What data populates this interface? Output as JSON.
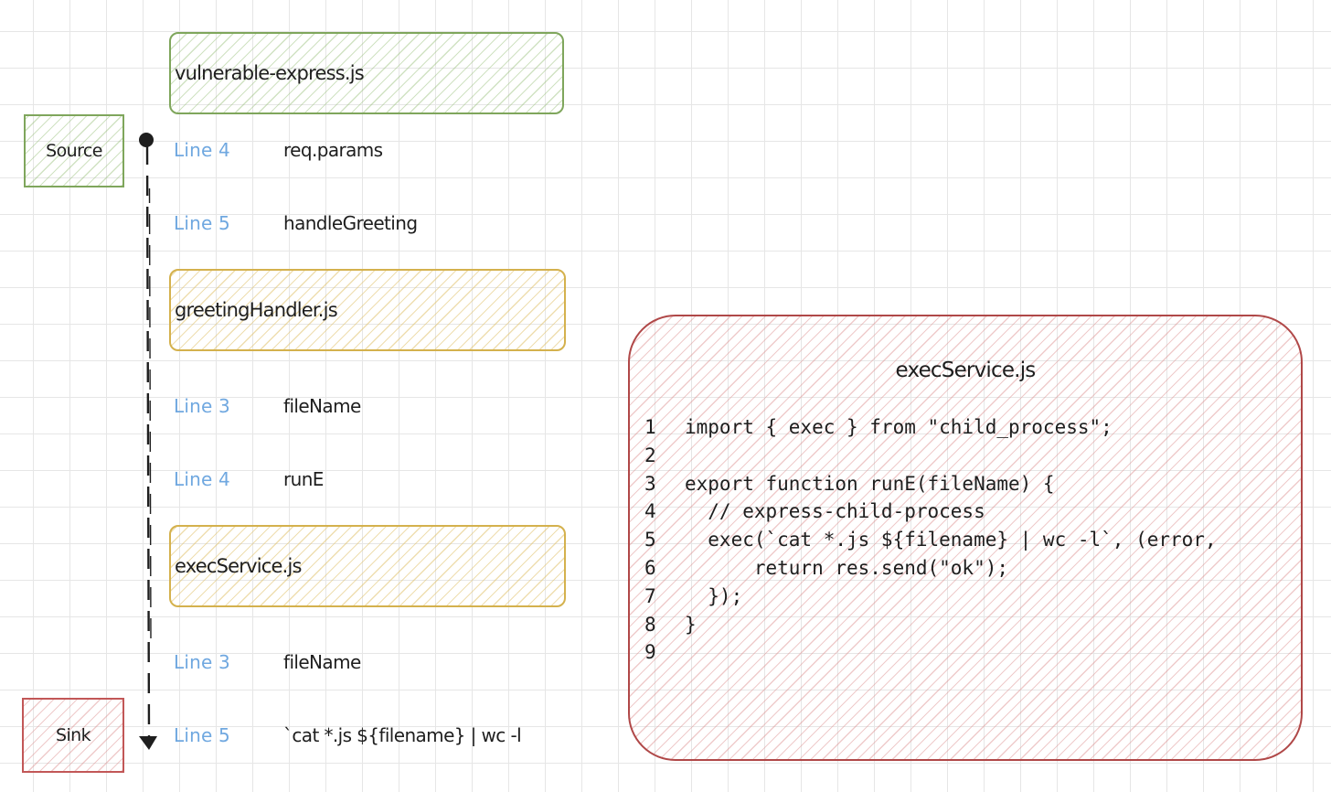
{
  "files": {
    "vulnerable_express": "vulnerable-express.js",
    "greeting_handler": "greetingHandler.js",
    "exec_service": "execService.js"
  },
  "tags": {
    "source": "Source",
    "sink": "Sink"
  },
  "steps": [
    {
      "line": "Line 4",
      "label": "req.params"
    },
    {
      "line": "Line 5",
      "label": "handleGreeting"
    },
    {
      "line": "Line 3",
      "label": "fileName"
    },
    {
      "line": "Line 4",
      "label": "runE"
    },
    {
      "line": "Line 3",
      "label": "fileName"
    },
    {
      "line": "Line 5",
      "label": "`cat *.js ${filename} | wc -l"
    }
  ],
  "code_panel": {
    "title": "execService.js",
    "lines": [
      {
        "num": "1",
        "text": "import { exec } from \"child_process\";"
      },
      {
        "num": "2",
        "text": ""
      },
      {
        "num": "3",
        "text": "export function runE(fileName) {"
      },
      {
        "num": "4",
        "text": "  // express-child-process"
      },
      {
        "num": "5",
        "text": "  exec(`cat *.js ${filename} | wc -l`, (error,"
      },
      {
        "num": "6",
        "text": "      return res.send(\"ok\");"
      },
      {
        "num": "7",
        "text": "  });"
      },
      {
        "num": "8",
        "text": "}"
      },
      {
        "num": "9",
        "text": ""
      }
    ]
  },
  "colors": {
    "green_stroke": "#7fa65c",
    "yellow_stroke": "#d4b14d",
    "red_stroke": "#b04848",
    "line_label_blue": "#70a8e0",
    "text": "#1e1e1e"
  }
}
